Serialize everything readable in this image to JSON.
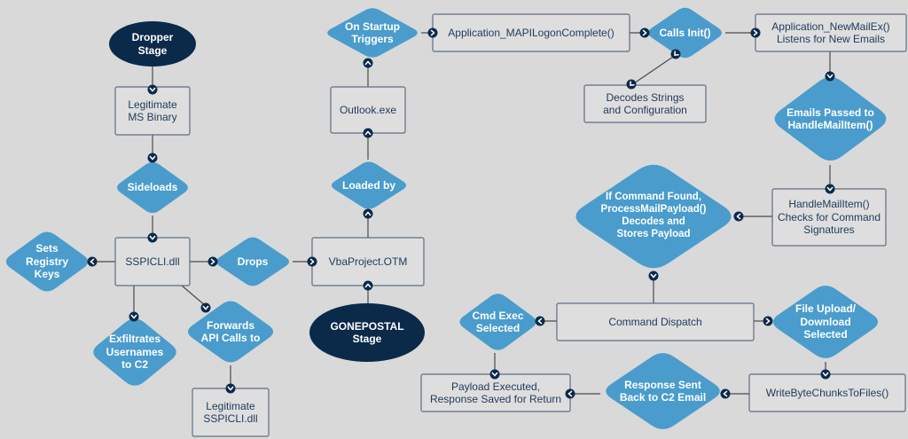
{
  "colors": {
    "background": "#d9d9d9",
    "diamond": "#4a9ccc",
    "oval": "#0b2a4a",
    "box_border": "#5f6f82",
    "box_fill": "#dedede",
    "text_dark": "#1e3a5c",
    "line": "#4a4a4a"
  },
  "nodes": {
    "dropper_stage": "Dropper\nStage",
    "legitimate_ms_binary": "Legitimate\nMS Binary",
    "sideloads": "Sideloads",
    "sspicli_dll": "SSPICLI.dll",
    "sets_registry_keys": "Sets\nRegistry\nKeys",
    "exfiltrates_usernames": "Exfiltrates\nUsernames\nto C2",
    "forwards_api_calls": "Forwards\nAPI Calls to",
    "legitimate_sspicli": "Legitimate\nSSPICLI.dll",
    "drops": "Drops",
    "vbaproject_otm": "VbaProject.OTM",
    "gonepostal_stage": "GONEPOSTAL\nStage",
    "loaded_by": "Loaded by",
    "outlook_exe": "Outlook.exe",
    "on_startup_triggers": "On Startup\nTriggers",
    "mapi_logon_complete": "Application_MAPILogonComplete()",
    "calls_init": "Calls Init()",
    "decodes_strings": "Decodes Strings\nand Configuration",
    "new_mail_ex": "Application_NewMailEx()\nListens for New Emails",
    "emails_passed": "Emails Passed to\nHandleMailItem()",
    "handle_mail_item": "HandleMailItem()\nChecks for Command\nSignatures",
    "process_mail_payload": "If Command Found,\nProcessMailPayload()\nDecodes and\nStores Payload",
    "command_dispatch": "Command Dispatch",
    "cmd_exec_selected": "Cmd Exec\nSelected",
    "file_upload_download": "File Upload/\nDownload\nSelected",
    "payload_executed": "Payload Executed,\nResponse Saved for Return",
    "response_sent": "Response Sent\nBack to C2 Email",
    "write_byte_chunks": "WriteByteChunksToFiles()"
  }
}
